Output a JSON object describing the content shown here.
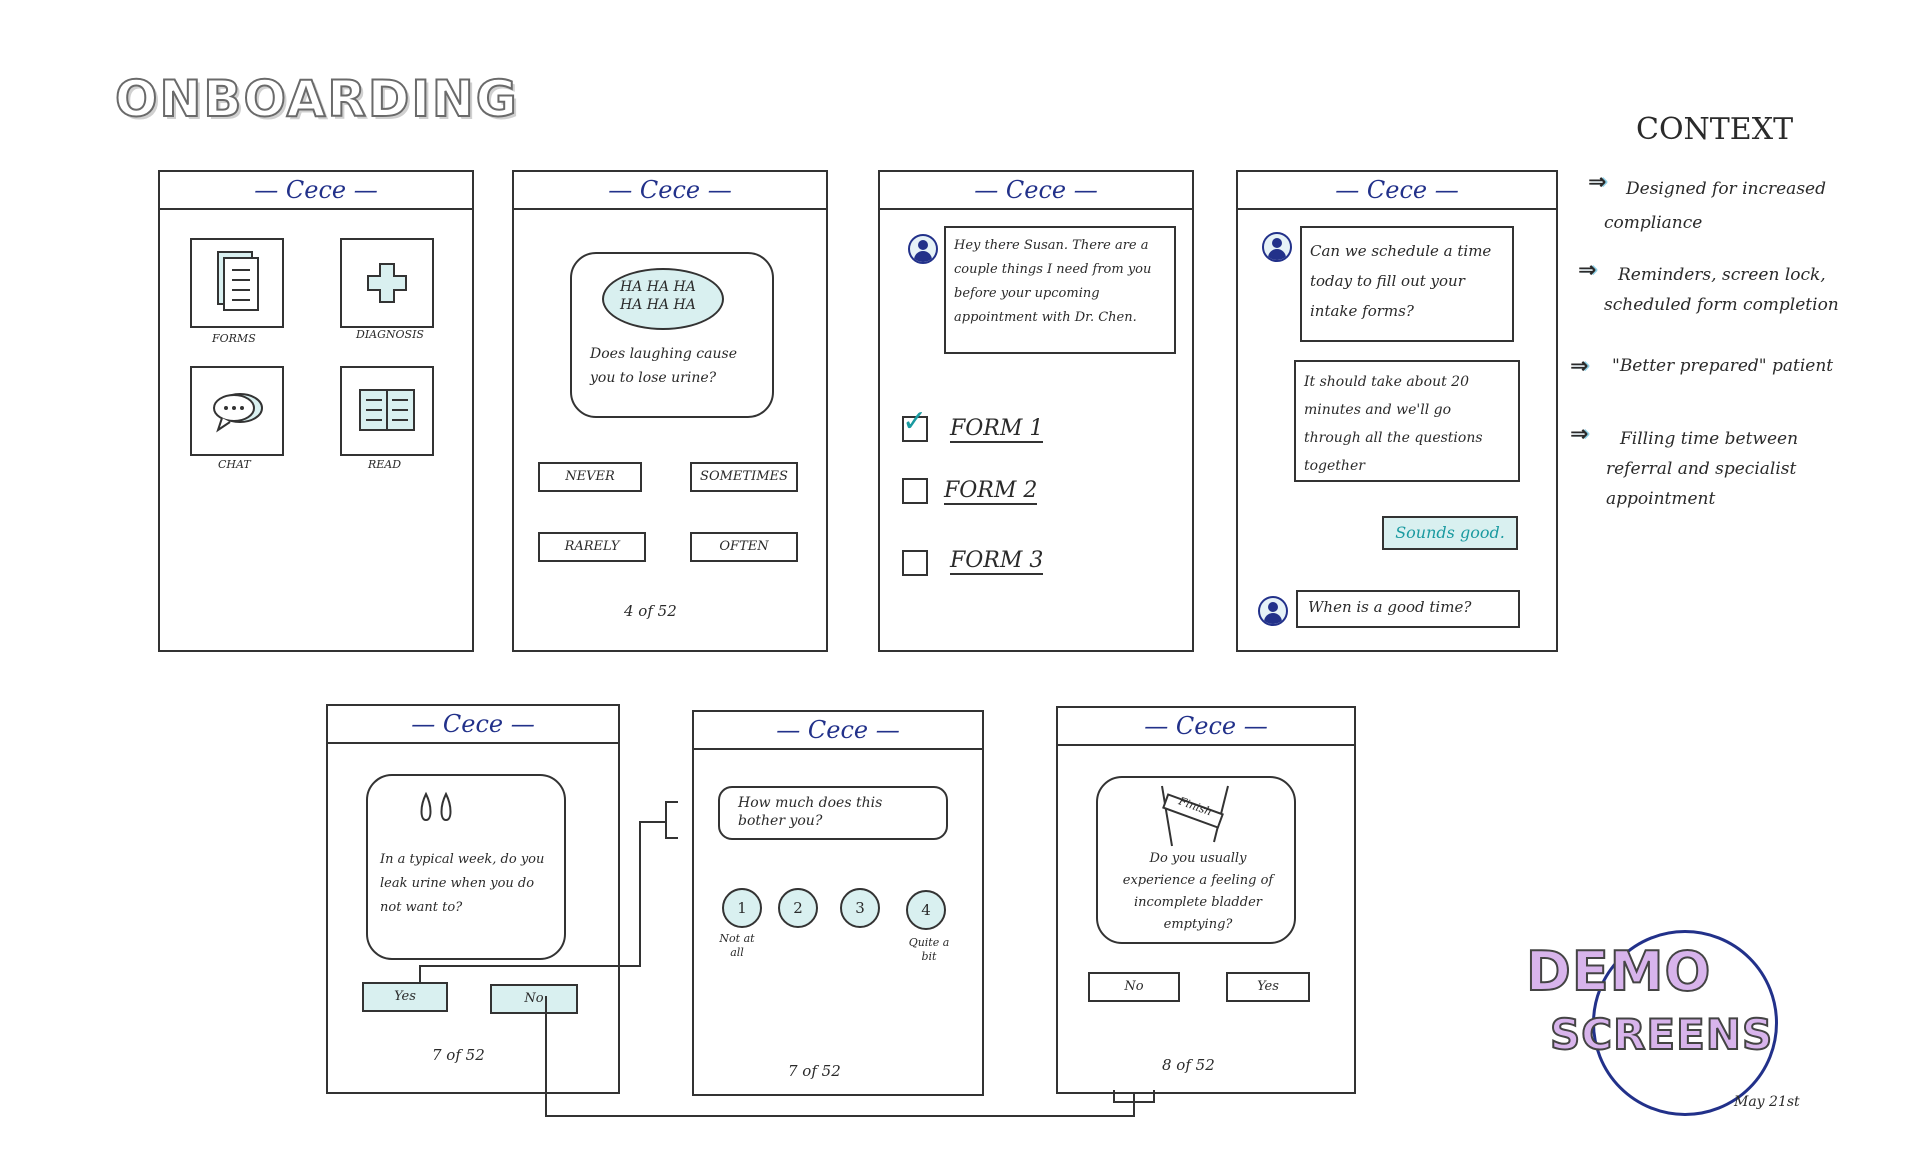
{
  "title": "ONBOARDING",
  "app_name": "— Cece —",
  "screen1": {
    "tiles": [
      {
        "label": "FORMS",
        "icon": "forms-icon"
      },
      {
        "label": "DIAGNOSIS",
        "icon": "plus-icon"
      },
      {
        "label": "CHAT",
        "icon": "chat-bubble-icon"
      },
      {
        "label": "READ",
        "icon": "book-icon"
      }
    ]
  },
  "screen2": {
    "bubble_laugh": "HA HA HA\nHA HA HA",
    "question": "Does laughing cause you to lose urine?",
    "options": [
      "NEVER",
      "SOMETIMES",
      "RARELY",
      "OFTEN"
    ],
    "progress": "4 of 52"
  },
  "screen3": {
    "message": "Hey there Susan. There are a couple things I need from you before your upcoming appointment with Dr. Chen.",
    "forms": [
      "FORM 1",
      "FORM 2",
      "FORM 3"
    ],
    "form_checked": [
      true,
      false,
      false
    ]
  },
  "screen4": {
    "message1": "Can we schedule a time today to fill out your intake forms?",
    "message2": "It should take about 20 minutes and we'll go through all the questions together",
    "reply": "Sounds good.",
    "message3": "When is a good time?"
  },
  "context": {
    "heading": "CONTEXT",
    "items": [
      "Designed for increased compliance",
      "Reminders, screen lock, scheduled form completion",
      "\"Better prepared\" patient",
      "Filling time between referral and specialist appointment"
    ]
  },
  "screen5": {
    "question": "In a typical week, do you leak urine when you do not want to?",
    "options": [
      "Yes",
      "No"
    ],
    "progress": "7 of 52"
  },
  "screen6": {
    "question": "How much does this bother you?",
    "scale": [
      "1",
      "2",
      "3",
      "4"
    ],
    "scale_low": "Not at all",
    "scale_high": "Quite a bit",
    "progress": "7 of 52"
  },
  "screen7": {
    "finish_label": "Finish",
    "question": "Do you usually experience a feeling of incomplete bladder emptying?",
    "options": [
      "No",
      "Yes"
    ],
    "progress": "8 of 52"
  },
  "demo": {
    "line1": "DEMO",
    "line2": "SCREENS",
    "date": "May 21st"
  },
  "colors": {
    "brand": "#22318a",
    "teal_fill": "#d9f0f0",
    "demo_fill": "#d8b4ec"
  }
}
